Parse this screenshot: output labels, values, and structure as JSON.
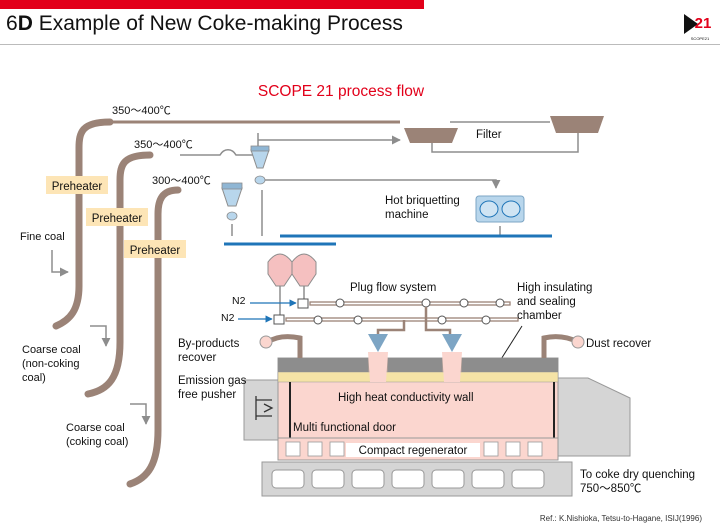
{
  "header": {
    "slide_number": "6",
    "slide_letter": "D",
    "title": "Example of New Coke-making Process",
    "logo_text": "21",
    "logo_subtext": "SCOPE21"
  },
  "diagram": {
    "subtitle": "SCOPE 21 process flow",
    "temperatures": {
      "fine": "350～400℃",
      "coarse_noncoking": "350～400℃",
      "coarse_coking": "300～400℃"
    },
    "preheaters": [
      "Preheater",
      "Preheater",
      "Preheater"
    ],
    "feeds": {
      "fine_coal": "Fine coal",
      "coarse_noncoking": [
        "Coarse coal",
        "(non-coking",
        "coal)"
      ],
      "coarse_coking": [
        "Coarse coal",
        "(coking coal)"
      ]
    },
    "filter": "Filter",
    "hot_briquetting": [
      "Hot briquetting",
      "machine"
    ],
    "plug_flow": "Plug flow system",
    "n2_labels": [
      "N2",
      "N2"
    ],
    "high_insulating": [
      "High insulating",
      "and sealing",
      "chamber"
    ],
    "by_products": [
      "By-products",
      "recover"
    ],
    "dust_recover": "Dust recover",
    "emission_gas": [
      "Emission gas",
      "free pusher"
    ],
    "high_heat_wall": "High heat conductivity wall",
    "multi_door": "Multi functional door",
    "compact_regen": "Compact regenerator",
    "coke_quench": [
      "To coke dry quenching",
      "750～850℃"
    ]
  },
  "footer": {
    "reference": "Ref.: K.Nishioka, Tetsu-to-Hagane, ISIJ(1996)"
  },
  "colors": {
    "accent_red": "#e2001a",
    "pipe_brown": "#9b8377",
    "preheater_fill": "#fde5b6",
    "chamber_pink": "#fbd6cf",
    "belt_blue": "#1f75b8",
    "briquet_blue": "#b8d6ec",
    "oven_gray": "#d5d5d5"
  }
}
